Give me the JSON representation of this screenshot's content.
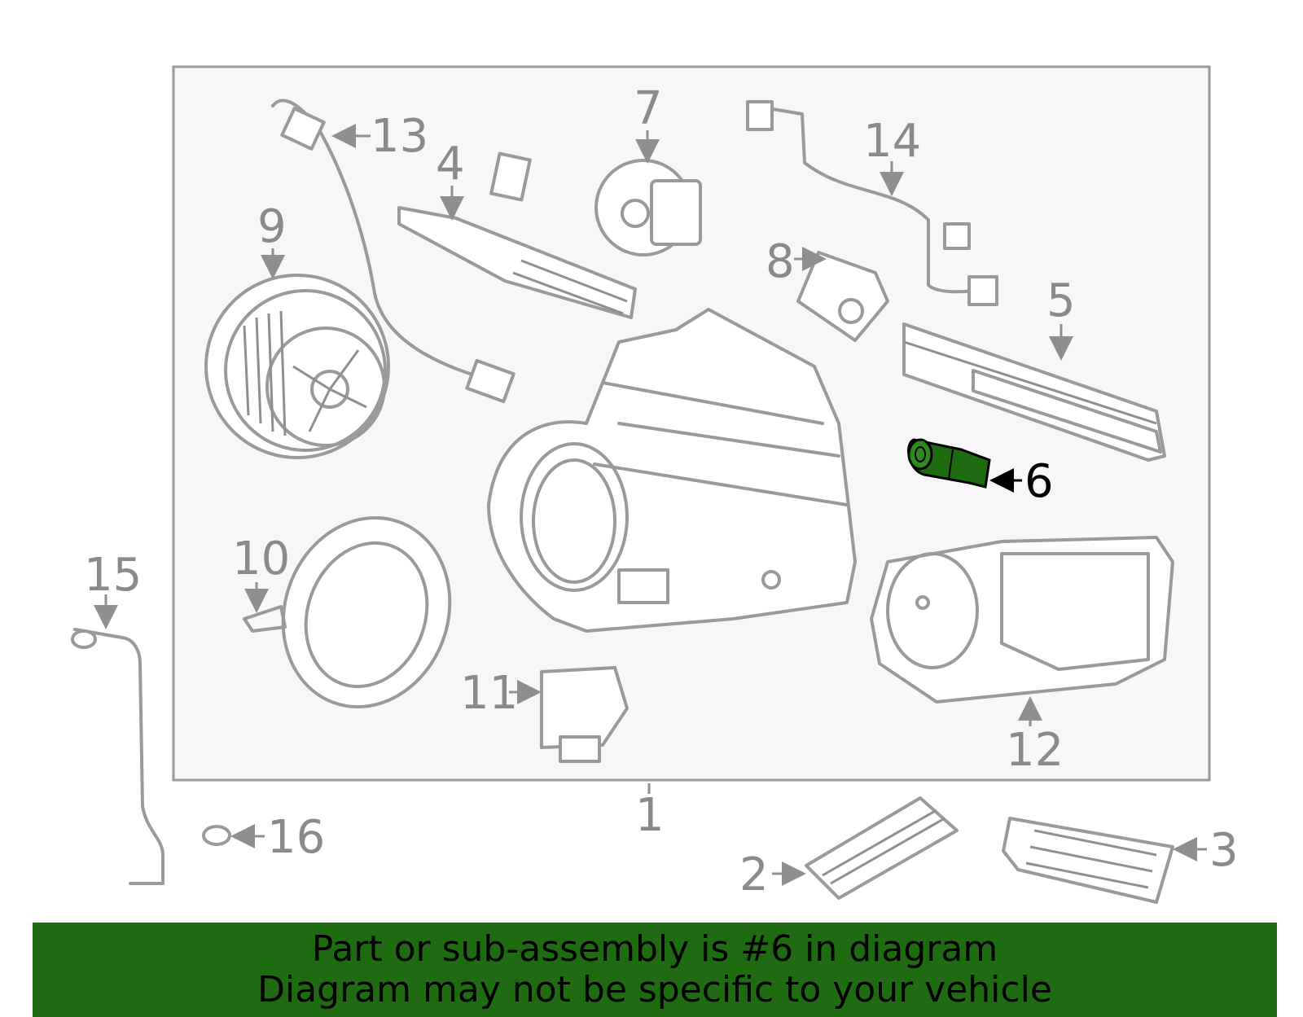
{
  "callouts": {
    "c1": "1",
    "c2": "2",
    "c3": "3",
    "c4": "4",
    "c5": "5",
    "c6": "6",
    "c7": "7",
    "c8": "8",
    "c9": "9",
    "c10": "10",
    "c11": "11",
    "c12": "12",
    "c13": "13",
    "c14": "14",
    "c15": "15",
    "c16": "16"
  },
  "highlight": {
    "part": "6",
    "color": "#1f6b12"
  },
  "banner": {
    "line1": "Part or sub-assembly is #6 in diagram",
    "line2": "Diagram may not be specific to your vehicle"
  }
}
